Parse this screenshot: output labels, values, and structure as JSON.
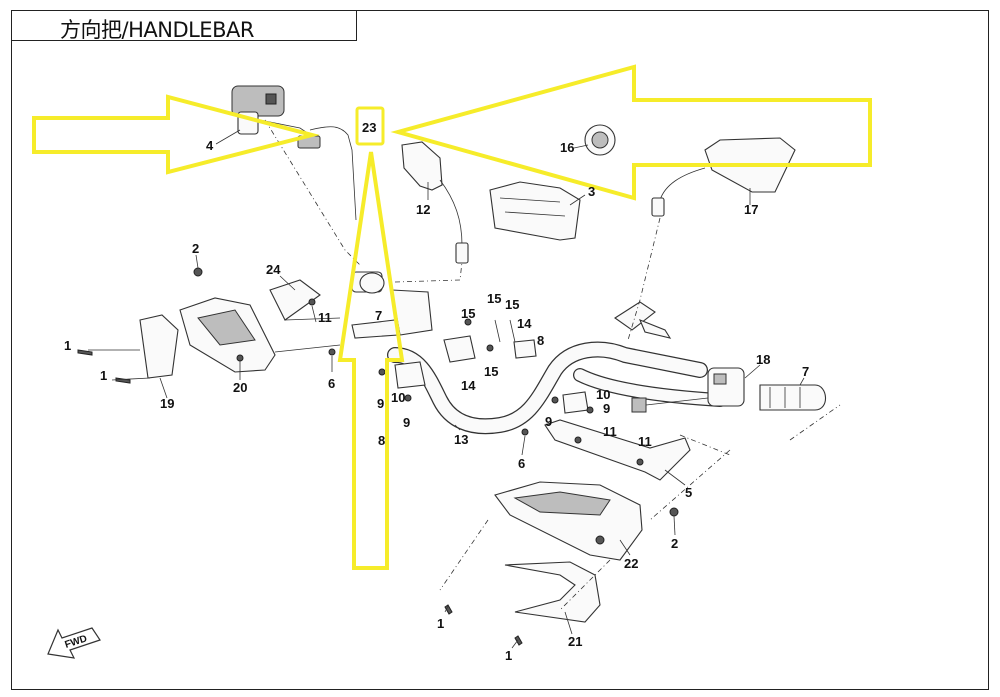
{
  "title": "方向把/HANDLEBAR",
  "direction_marker": "FWD",
  "highlight_color": "#f6ec2a",
  "callouts": {
    "c1a": "1",
    "c1b": "1",
    "c1c": "1",
    "c1d": "1",
    "c2a": "2",
    "c2b": "2",
    "c3": "3",
    "c4": "4",
    "c5": "5",
    "c6a": "6",
    "c6b": "6",
    "c7a": "7",
    "c7b": "7",
    "c8a": "8",
    "c8b": "8",
    "c9a": "9",
    "c9b": "9",
    "c9c": "9",
    "c9d": "9",
    "c10a": "10",
    "c10b": "10",
    "c11a": "11",
    "c11b": "11",
    "c11c": "11",
    "c12": "12",
    "c13": "13",
    "c14a": "14",
    "c14b": "14",
    "c15a": "15",
    "c15b": "15",
    "c15c": "15",
    "c15d": "15",
    "c16": "16",
    "c17": "17",
    "c18": "18",
    "c19": "19",
    "c20": "20",
    "c21": "21",
    "c22": "22",
    "c23": "23",
    "c24": "24"
  }
}
